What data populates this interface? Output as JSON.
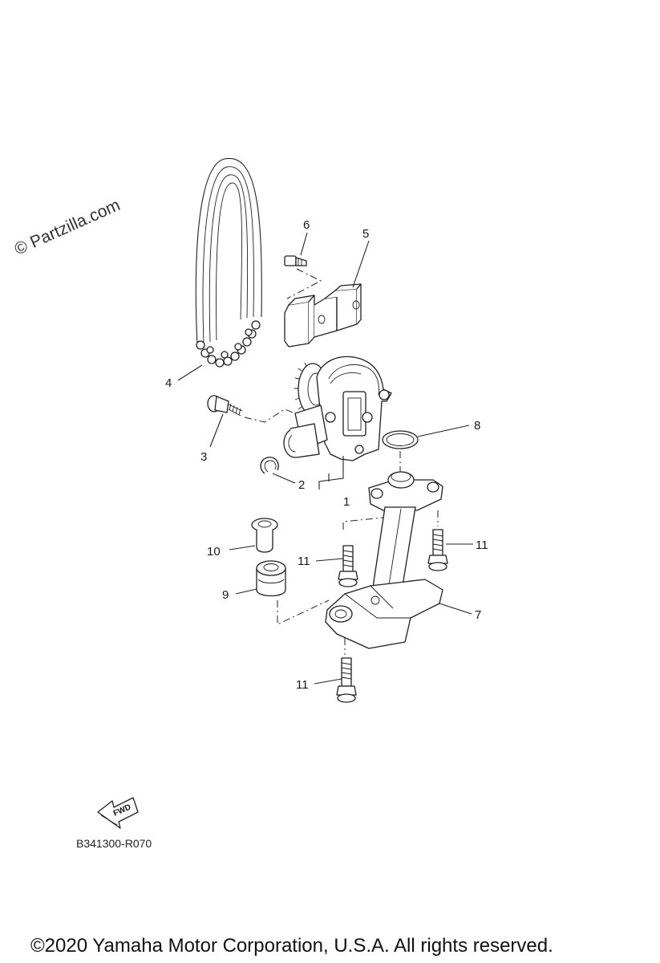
{
  "watermark": "© Partzilla.com",
  "fwd_label": "FWD",
  "diagram_code": "B341300-R070",
  "copyright": "©2020 Yamaha Motor Corporation, U.S.A. All rights reserved.",
  "callouts": {
    "c1": "1",
    "c2": "2",
    "c3": "3",
    "c4": "4",
    "c5": "5",
    "c6": "6",
    "c7": "7",
    "c8": "8",
    "c9": "9",
    "c10": "10",
    "c11a": "11",
    "c11b": "11",
    "c11c": "11"
  }
}
